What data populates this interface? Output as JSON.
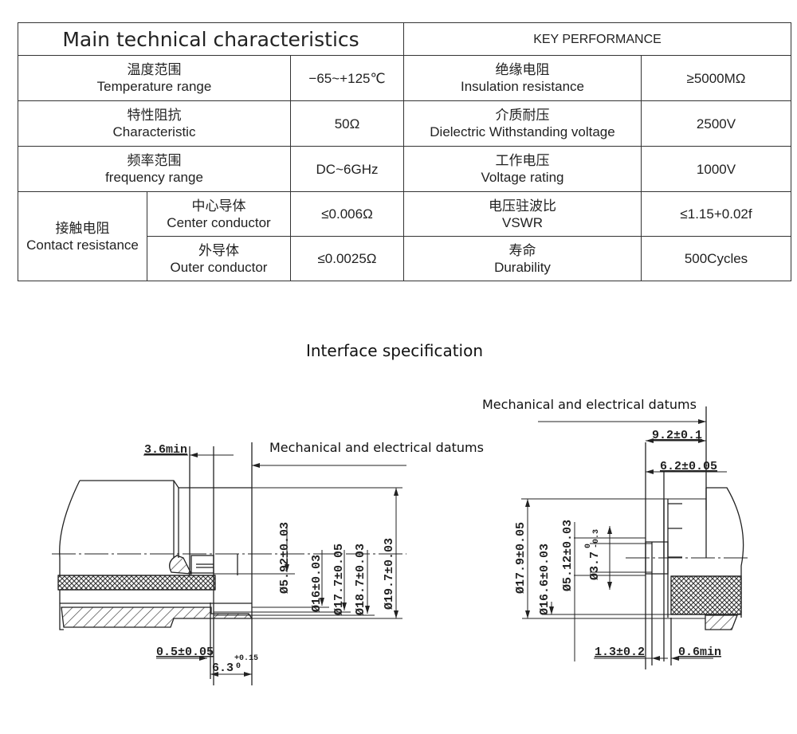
{
  "table": {
    "left_header": "Main technical characteristics",
    "right_header": "KEY PERFORMANCE",
    "rows": [
      {
        "left_cn": "温度范围",
        "left_en": "Temperature range",
        "left_value": "−65~+125℃",
        "right_cn": "绝缘电阻",
        "right_en": "Insulation resistance",
        "right_value": "≥5000MΩ"
      },
      {
        "left_cn": "特性阻抗",
        "left_en": "Characteristic",
        "left_value": "50Ω",
        "right_cn": "介质耐压",
        "right_en": "Dielectric Withstanding voltage",
        "right_value": "2500V"
      },
      {
        "left_cn": "频率范围",
        "left_en": "frequency range",
        "left_value": "DC~6GHz",
        "right_cn": "工作电压",
        "right_en": "Voltage rating",
        "right_value": "1000V"
      }
    ],
    "contact": {
      "cn": "接触电阻",
      "en": "Contact resistance",
      "center_cn": "中心导体",
      "center_en": "Center conductor",
      "center_value": "≤0.006Ω",
      "outer_cn": "外导体",
      "outer_en": "Outer conductor",
      "outer_value": "≤0.0025Ω"
    },
    "vswr": {
      "cn": "电压驻波比",
      "en": "VSWR",
      "value": "≤1.15+0.02f"
    },
    "durability": {
      "cn": "寿命",
      "en": "Durability",
      "value": "500Cycles"
    }
  },
  "interface": {
    "title": "Interface specification",
    "left_drawing": {
      "datum_label": "Mechanical and electrical datums",
      "dims": {
        "d1": "3.6min",
        "d2": "Ø5.92±0.03",
        "d3": "Ø16±0.03",
        "d4": "Ø17.7±0.05",
        "d5": "Ø18.7±0.03",
        "d6": "Ø19.7±0.03",
        "d7": "0.5±0.05",
        "d8_base": "6.3",
        "d8_upper": "+0.15",
        "d8_lower": "0"
      }
    },
    "right_drawing": {
      "datum_label": "Mechanical and electrical datums",
      "dims": {
        "d1": "9.2±0.1",
        "d2": "6.2±0.05",
        "d3": "Ø17.9±0.05",
        "d4": "Ø16.6±0.03",
        "d5": "Ø5.12±0.03",
        "d6_base": "Ø3.7",
        "d6_upper": "0",
        "d6_lower": "-0.3",
        "d7": "1.3±0.2",
        "d8": "0.6min"
      }
    }
  }
}
